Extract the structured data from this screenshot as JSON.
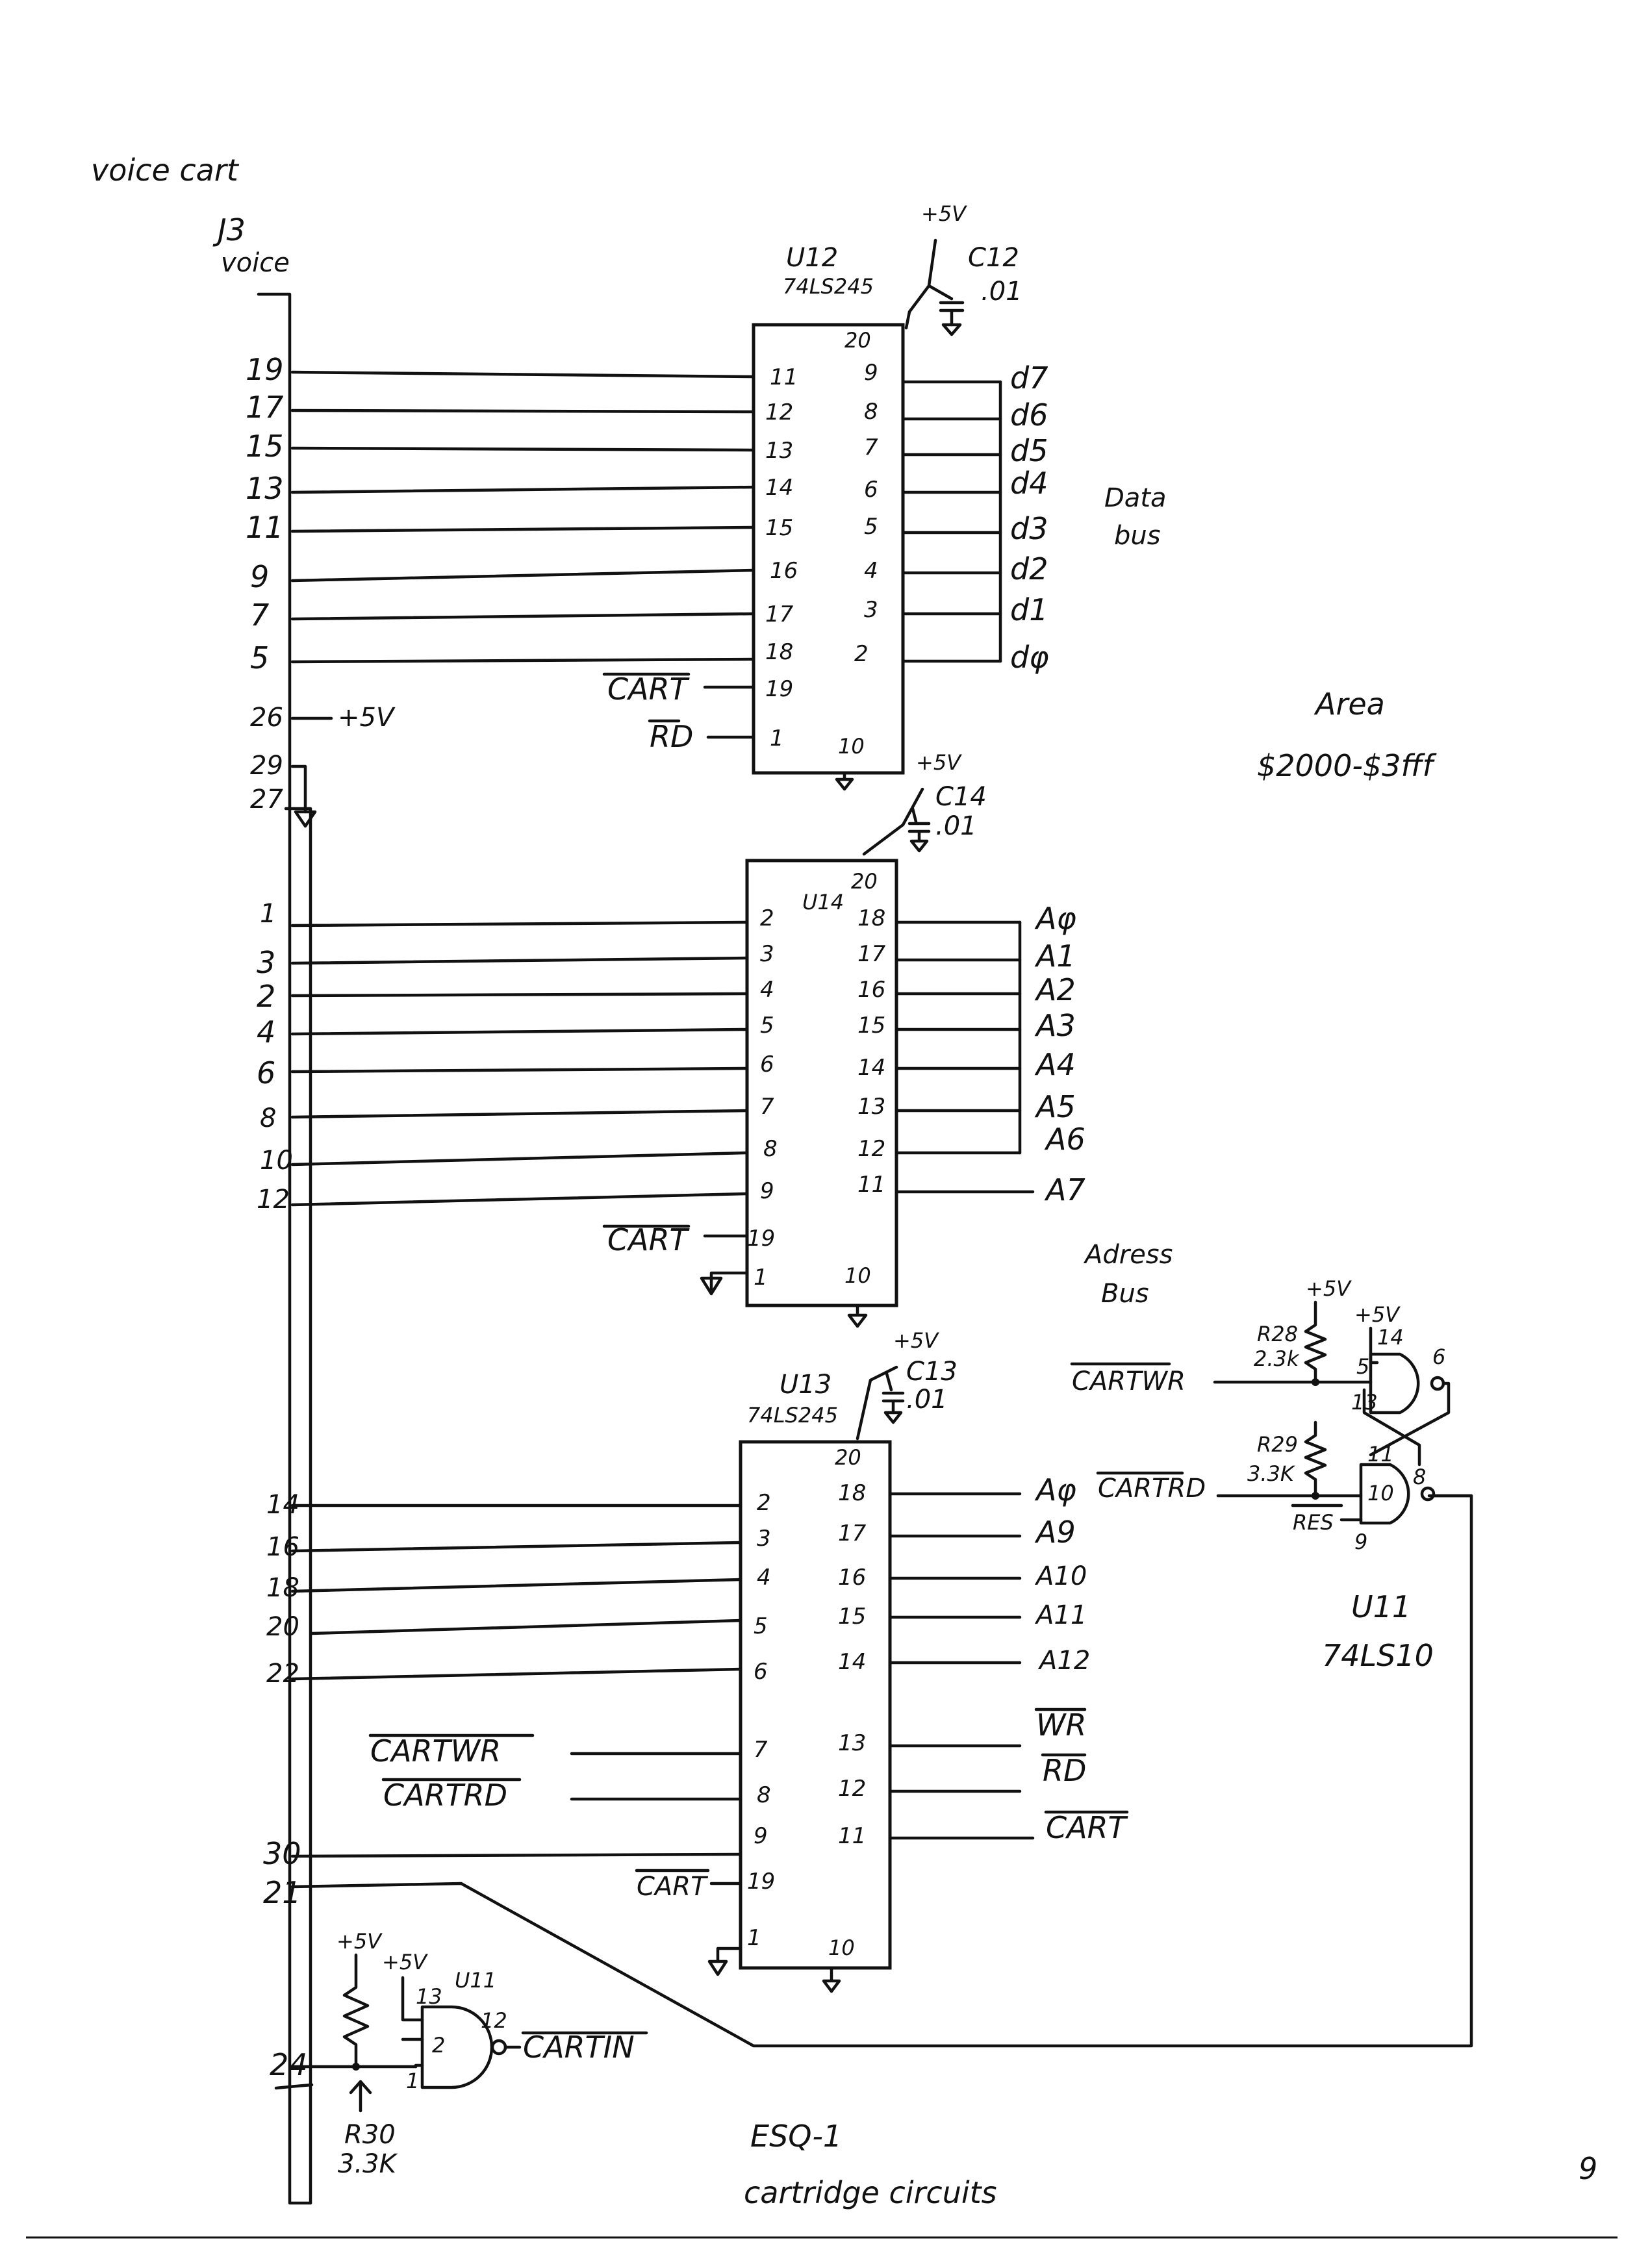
{
  "header": {
    "connector_label": "voice cart",
    "connector_ref": "J3",
    "connector_sub": "voice"
  },
  "connector_pins": {
    "data": [
      "19",
      "17",
      "15",
      "13",
      "11",
      "9",
      "7",
      "5"
    ],
    "power": [
      "26",
      "29",
      "27"
    ],
    "addr_low": [
      "1",
      "3",
      "2",
      "4",
      "6",
      "8",
      "10",
      "12"
    ],
    "addr_high": [
      "14",
      "16",
      "18",
      "20",
      "22"
    ],
    "control": [
      "30",
      "21",
      "24"
    ]
  },
  "labels": {
    "plus5v": "+5V",
    "cart_bar": "CART",
    "rd_bar": "RD",
    "wr_bar": "WR",
    "cartwr": "CARTWR",
    "cartrd": "CARTRD",
    "res_bar": "RES",
    "cartin": "CARTIN"
  },
  "u12": {
    "name": "U12",
    "part": "74LS245",
    "cap": "C12",
    "cap_val": ".01",
    "pin_vcc": "20",
    "pin_gnd": "10",
    "pin_g": "19",
    "pin_dir": "1",
    "left_pins": [
      "11",
      "12",
      "13",
      "14",
      "15",
      "16",
      "17",
      "18"
    ],
    "right_pins": [
      "9",
      "8",
      "7",
      "6",
      "5",
      "4",
      "3",
      "2"
    ],
    "outputs": [
      "d7",
      "d6",
      "d5",
      "d4",
      "d3",
      "d2",
      "d1",
      "dφ"
    ]
  },
  "data_bus_label": [
    "Data",
    "bus"
  ],
  "area": {
    "label": "Area",
    "range": "$2000-$3fff"
  },
  "u14": {
    "name": "U14",
    "cap": "C14",
    "cap_val": ".01",
    "pin_vcc": "20",
    "pin_gnd": "10",
    "pin_g": "19",
    "pin_dir": "1",
    "left_pins": [
      "2",
      "3",
      "4",
      "5",
      "6",
      "7",
      "8",
      "9"
    ],
    "right_pins": [
      "18",
      "17",
      "16",
      "15",
      "14",
      "13",
      "12",
      "11"
    ],
    "outputs": [
      "Aφ",
      "A1",
      "A2",
      "A3",
      "A4",
      "A5",
      "A6",
      "A7"
    ]
  },
  "address_bus_label": [
    "Adress",
    "Bus"
  ],
  "u13": {
    "name": "U13",
    "part": "74LS245",
    "cap": "C13",
    "cap_val": ".01",
    "pin_vcc": "20",
    "pin_gnd": "10",
    "pin_g": "19",
    "pin_dir": "1",
    "left_pins": [
      "2",
      "3",
      "4",
      "5",
      "6",
      "7",
      "8",
      "9"
    ],
    "right_pins": [
      "18",
      "17",
      "16",
      "15",
      "14",
      "13",
      "12",
      "11"
    ],
    "outputs": [
      "Aφ",
      "A9",
      "A10",
      "A11",
      "A12",
      "WR",
      "RD",
      "CART"
    ]
  },
  "resistors": {
    "r28": {
      "name": "R28",
      "value": "2.3k"
    },
    "r29": {
      "name": "R29",
      "value": "3.3K"
    },
    "r30": {
      "name": "R30",
      "value": "3.3K"
    }
  },
  "u11": {
    "name": "U11",
    "part": "74LS10",
    "gate_a_pins": [
      "14",
      "5",
      "13",
      "6"
    ],
    "gate_b_pins": [
      "11",
      "10",
      "9",
      "8"
    ],
    "gate_c_pins": [
      "13",
      "2",
      "1",
      "12"
    ],
    "gate_c_ref": "U11"
  },
  "footer": {
    "title": "ESQ-1",
    "subtitle": "cartridge circuits",
    "page_number": "9"
  }
}
